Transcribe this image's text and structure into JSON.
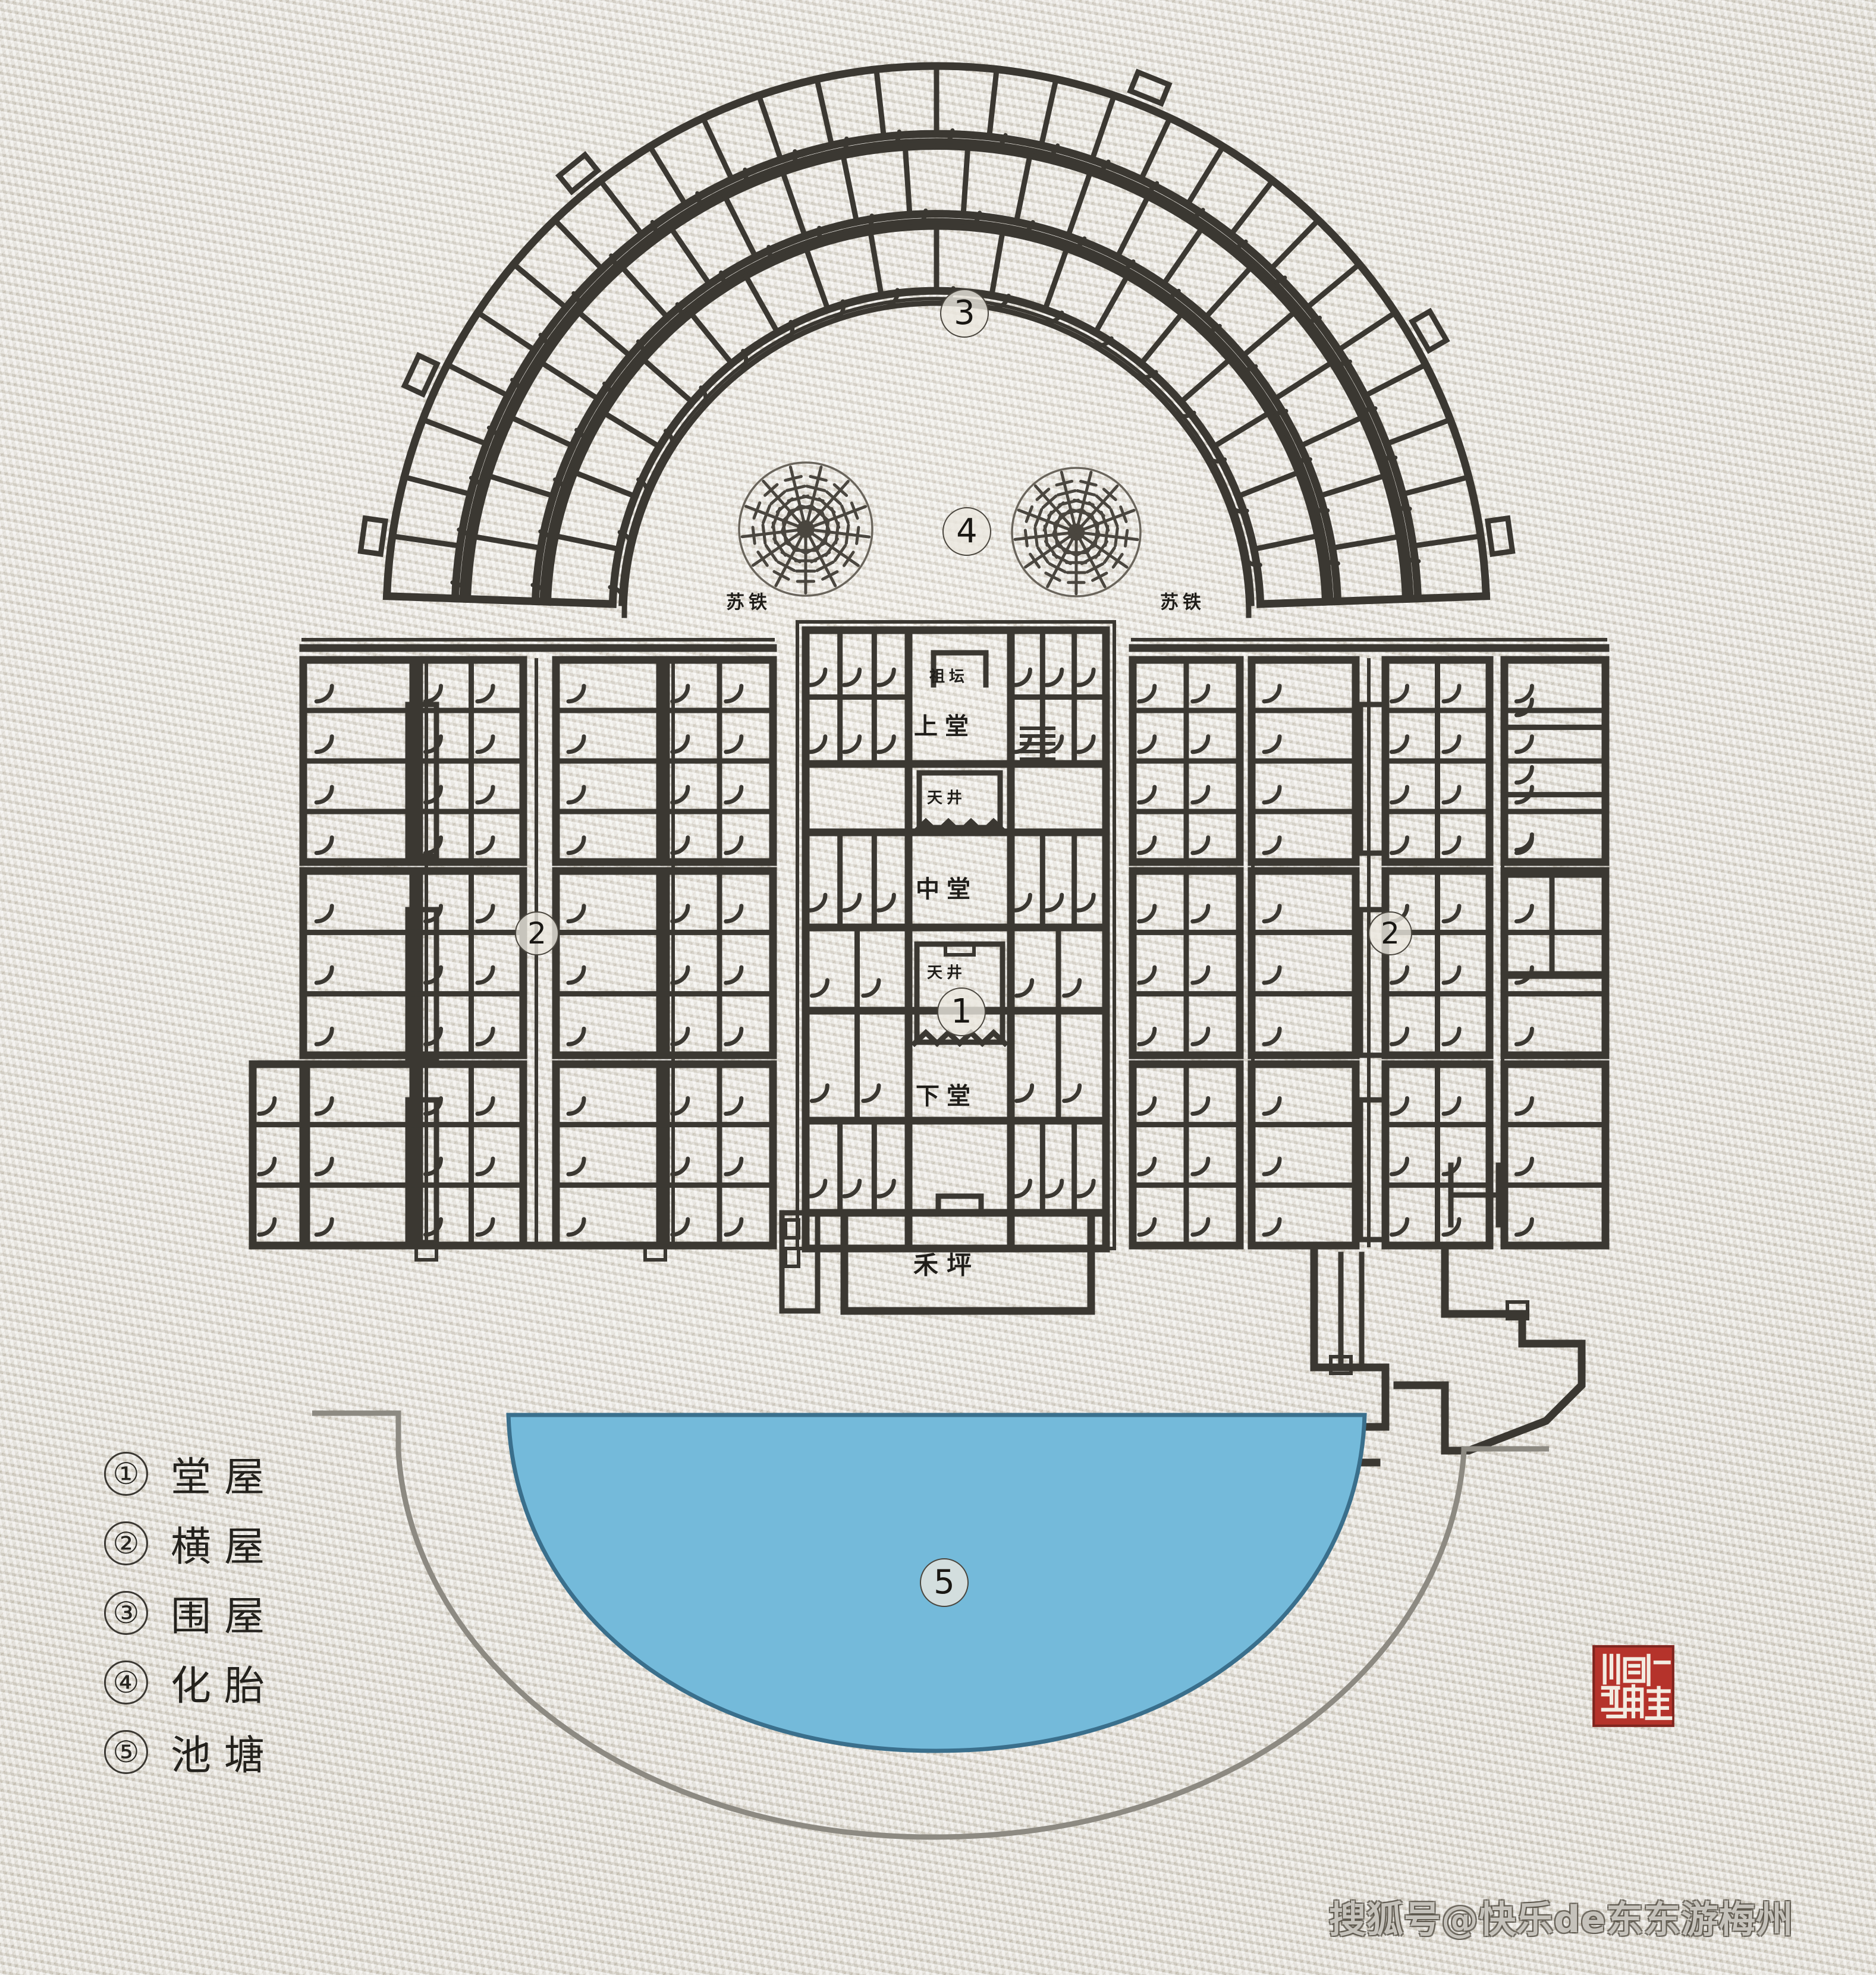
{
  "diagram": {
    "title_present": false,
    "type": "architectural-floor-plan",
    "subject": "Hakka Weilongwu (round-dragon house) floor plan",
    "colors": {
      "paper": "#dedad0",
      "ink": "#3b3832",
      "pond_fill": "#74bada",
      "pond_stroke": "#3a6f8c",
      "boundary_stroke": "#8d8a82",
      "seal_red": "#b5332b"
    }
  },
  "legend": {
    "items": [
      {
        "num": "①",
        "label": "堂屋"
      },
      {
        "num": "②",
        "label": "横屋"
      },
      {
        "num": "③",
        "label": "围屋"
      },
      {
        "num": "④",
        "label": "化胎"
      },
      {
        "num": "⑤",
        "label": "池塘"
      }
    ]
  },
  "plan_labels": {
    "ancestral_altar": "祖坛",
    "upper_hall": "上堂",
    "courtyard_upper": "天井",
    "middle_hall": "中堂",
    "courtyard_lower": "天井",
    "lower_hall": "下堂",
    "threshing_floor": "禾坪",
    "cycad_left": "苏铁",
    "cycad_right": "苏铁"
  },
  "plan_markers": {
    "hall_axis": "1",
    "wing_left": "2",
    "wing_right": "2",
    "outer_ring": "3",
    "huatai": "4",
    "pond": "5"
  },
  "seal": {
    "present": true,
    "description": "red square Chinese chop seal"
  },
  "watermark": {
    "text": "搜狐号@快乐de东东游梅州"
  }
}
